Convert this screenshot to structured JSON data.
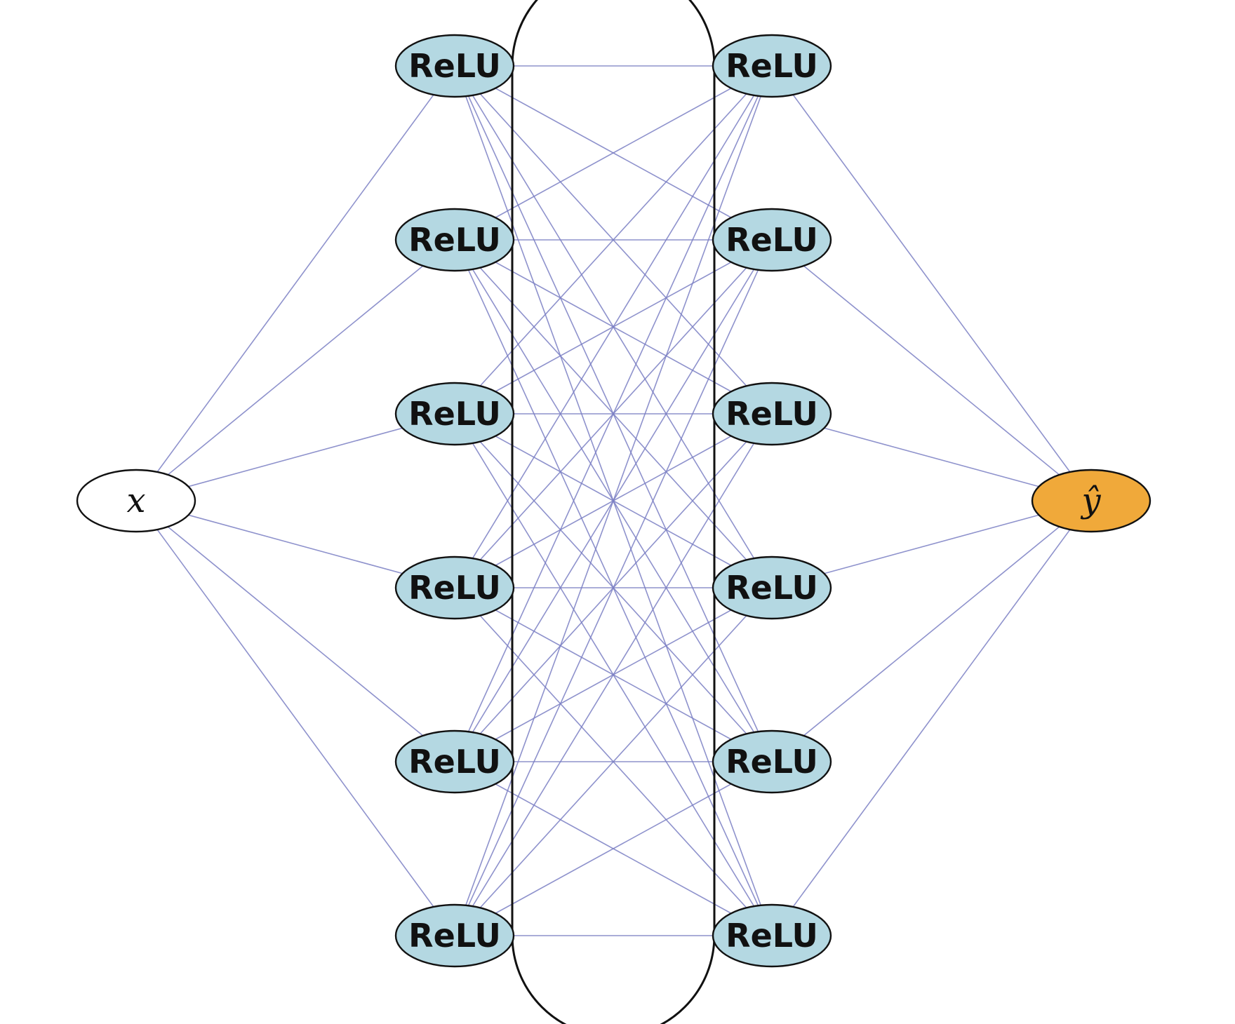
{
  "colors": {
    "edge": "#7b7fc4",
    "hidden_fill": "#b4d8e2",
    "input_fill": "#ffffff",
    "output_fill": "#f0a93a",
    "outline": "#111111"
  },
  "input_node": {
    "label": "x"
  },
  "output_node": {
    "label": "ŷ"
  },
  "hidden_layer_1": {
    "nodes": [
      "ReLU",
      "ReLU",
      "ReLU",
      "ReLU",
      "ReLU",
      "ReLU"
    ]
  },
  "hidden_layer_2": {
    "nodes": [
      "ReLU",
      "ReLU",
      "ReLU",
      "ReLU",
      "ReLU",
      "ReLU"
    ]
  },
  "connectivity": {
    "input_to_layer1": "full",
    "layer1_to_layer2": "full",
    "layer2_to_output": "full"
  }
}
